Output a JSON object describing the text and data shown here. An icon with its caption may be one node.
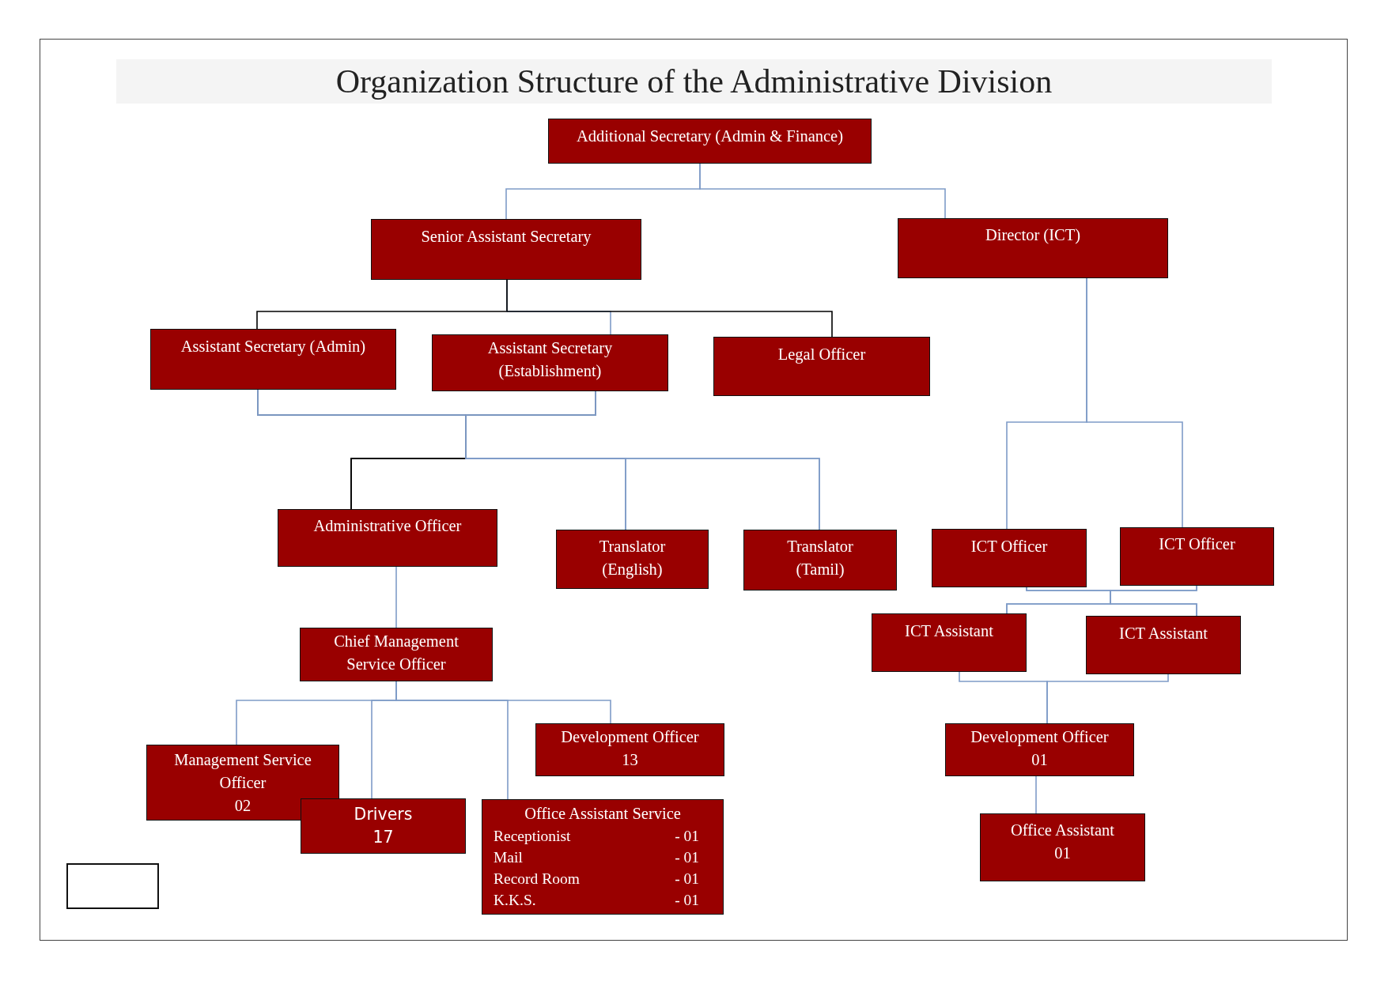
{
  "diagram": {
    "title": "Organization Structure of the Administrative Division",
    "nodes": [
      {
        "text": [
          "Additional Secretary (Admin & Finance)"
        ]
      },
      {
        "text": [
          "Senior Assistant Secretary"
        ]
      },
      {
        "text": [
          "Director (ICT)"
        ]
      },
      {
        "text": [
          "Assistant Secretary (Admin)"
        ]
      },
      {
        "text": [
          "Assistant Secretary (Establishment)"
        ]
      },
      {
        "text": [
          "Legal Officer"
        ]
      },
      {
        "text": [
          "Administrative Officer"
        ]
      },
      {
        "text": [
          "Translator (English)"
        ]
      },
      {
        "text": [
          "Translator (Tamil)"
        ]
      },
      {
        "text": [
          "ICT Officer"
        ]
      },
      {
        "text": [
          "ICT Officer"
        ]
      },
      {
        "text": [
          "ICT Assistant"
        ]
      },
      {
        "text": [
          "ICT Assistant"
        ]
      },
      {
        "text": [
          "Chief Management Service Officer"
        ]
      },
      {
        "text": [
          "Management Service Officer",
          "02"
        ]
      },
      {
        "text": [
          "Drivers",
          "17"
        ]
      },
      {
        "text": [
          "Development Officer",
          "13"
        ]
      },
      {
        "text": [
          "Office Assistant Service",
          "Receptionist",
          "- 01",
          "Mail",
          "- 01",
          "Record Room",
          "- 01",
          "K.K.S.",
          "- 01"
        ]
      },
      {
        "text": [
          "Development Officer",
          "01"
        ]
      },
      {
        "text": [
          "Office Assistant",
          "01"
        ]
      },
      {
        "text": [],
        "shape": "box"
      }
    ],
    "edges": [
      {
        "from": 0,
        "to": 1,
        "arrow": "none"
      },
      {
        "from": 0,
        "to": 2,
        "arrow": "none"
      },
      {
        "from": 1,
        "to": 3,
        "arrow": "none",
        "color": "#000000"
      },
      {
        "from": 1,
        "to": 4,
        "arrow": "none"
      },
      {
        "from": 1,
        "to": 5,
        "arrow": "none",
        "color": "#000000"
      },
      {
        "from": 3,
        "to": 6,
        "arrow": "none",
        "color": "#000000"
      },
      {
        "from": 3,
        "to": 7,
        "arrow": "none"
      },
      {
        "from": 3,
        "to": 8,
        "arrow": "none"
      },
      {
        "from": 4,
        "to": 6,
        "arrow": "none",
        "color": "#000000"
      },
      {
        "from": 4,
        "to": 7,
        "arrow": "none"
      },
      {
        "from": 4,
        "to": 8,
        "arrow": "none"
      },
      {
        "from": 2,
        "to": 9,
        "arrow": "none"
      },
      {
        "from": 2,
        "to": 10,
        "arrow": "none"
      },
      {
        "from": 9,
        "to": 11,
        "arrow": "none"
      },
      {
        "from": 9,
        "to": 12,
        "arrow": "none"
      },
      {
        "from": 10,
        "to": 11,
        "arrow": "none"
      },
      {
        "from": 10,
        "to": 12,
        "arrow": "none"
      },
      {
        "from": 11,
        "to": 18,
        "arrow": "none"
      },
      {
        "from": 12,
        "to": 18,
        "arrow": "none"
      },
      {
        "from": 18,
        "to": 19,
        "arrow": "none"
      },
      {
        "from": 6,
        "to": 13,
        "arrow": "none"
      },
      {
        "from": 13,
        "to": 14,
        "arrow": "none"
      },
      {
        "from": 13,
        "to": 15,
        "arrow": "none"
      },
      {
        "from": 13,
        "to": 16,
        "arrow": "none"
      },
      {
        "from": 13,
        "to": 17,
        "arrow": "none"
      }
    ]
  }
}
